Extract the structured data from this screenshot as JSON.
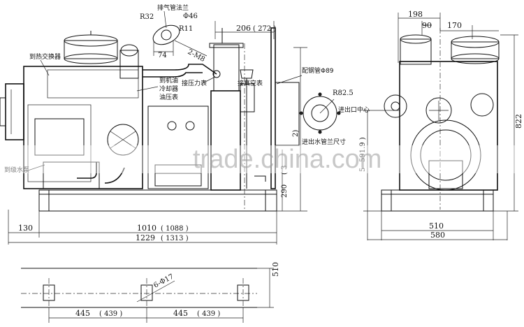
{
  "side_view": {
    "labels": {
      "exhaust_flange": "排气管法兰",
      "to_heat_exchanger": "到热交换器",
      "to_oil_cooler_line1": "到机油",
      "to_oil_cooler_line2": "冷却器",
      "oil_pressure_gauge": "油压表",
      "pressure_gauge": "接压力表",
      "vacuum_gauge": "接真空表",
      "pipe_fitting": "配钢管Φ89",
      "sea_water_pump": "到级水泵",
      "outlet_center": "进出口中心",
      "flange_size": "进出水管兰尺寸"
    },
    "callouts": {
      "r32": "R32",
      "phi46": "Φ46",
      "r11": "R11",
      "dim74": "74",
      "bolt": "2-M8",
      "r82": "R82.5"
    },
    "dims": {
      "d206": "206",
      "d272": "( 272 )",
      "d290": "290",
      "d3": "( 3",
      "d2": "2)",
      "d130": "130",
      "d1010": "1010",
      "d1088": "( 1088 )",
      "d1229": "1229",
      "d1313": "( 1313 )"
    }
  },
  "front_view": {
    "dims": {
      "d198": "198",
      "d90": "90",
      "d170": "170",
      "d822": "822",
      "d591": "591.9 )",
      "d5": "5",
      "d510": "510",
      "d580": "580"
    }
  },
  "plan_view": {
    "dims": {
      "d510v": "510",
      "holes": "6-Φ17",
      "d445a": "445",
      "d439a": "( 439 )",
      "d445b": "445",
      "d439b": "( 439 )"
    }
  },
  "watermark": "trade.china.com"
}
